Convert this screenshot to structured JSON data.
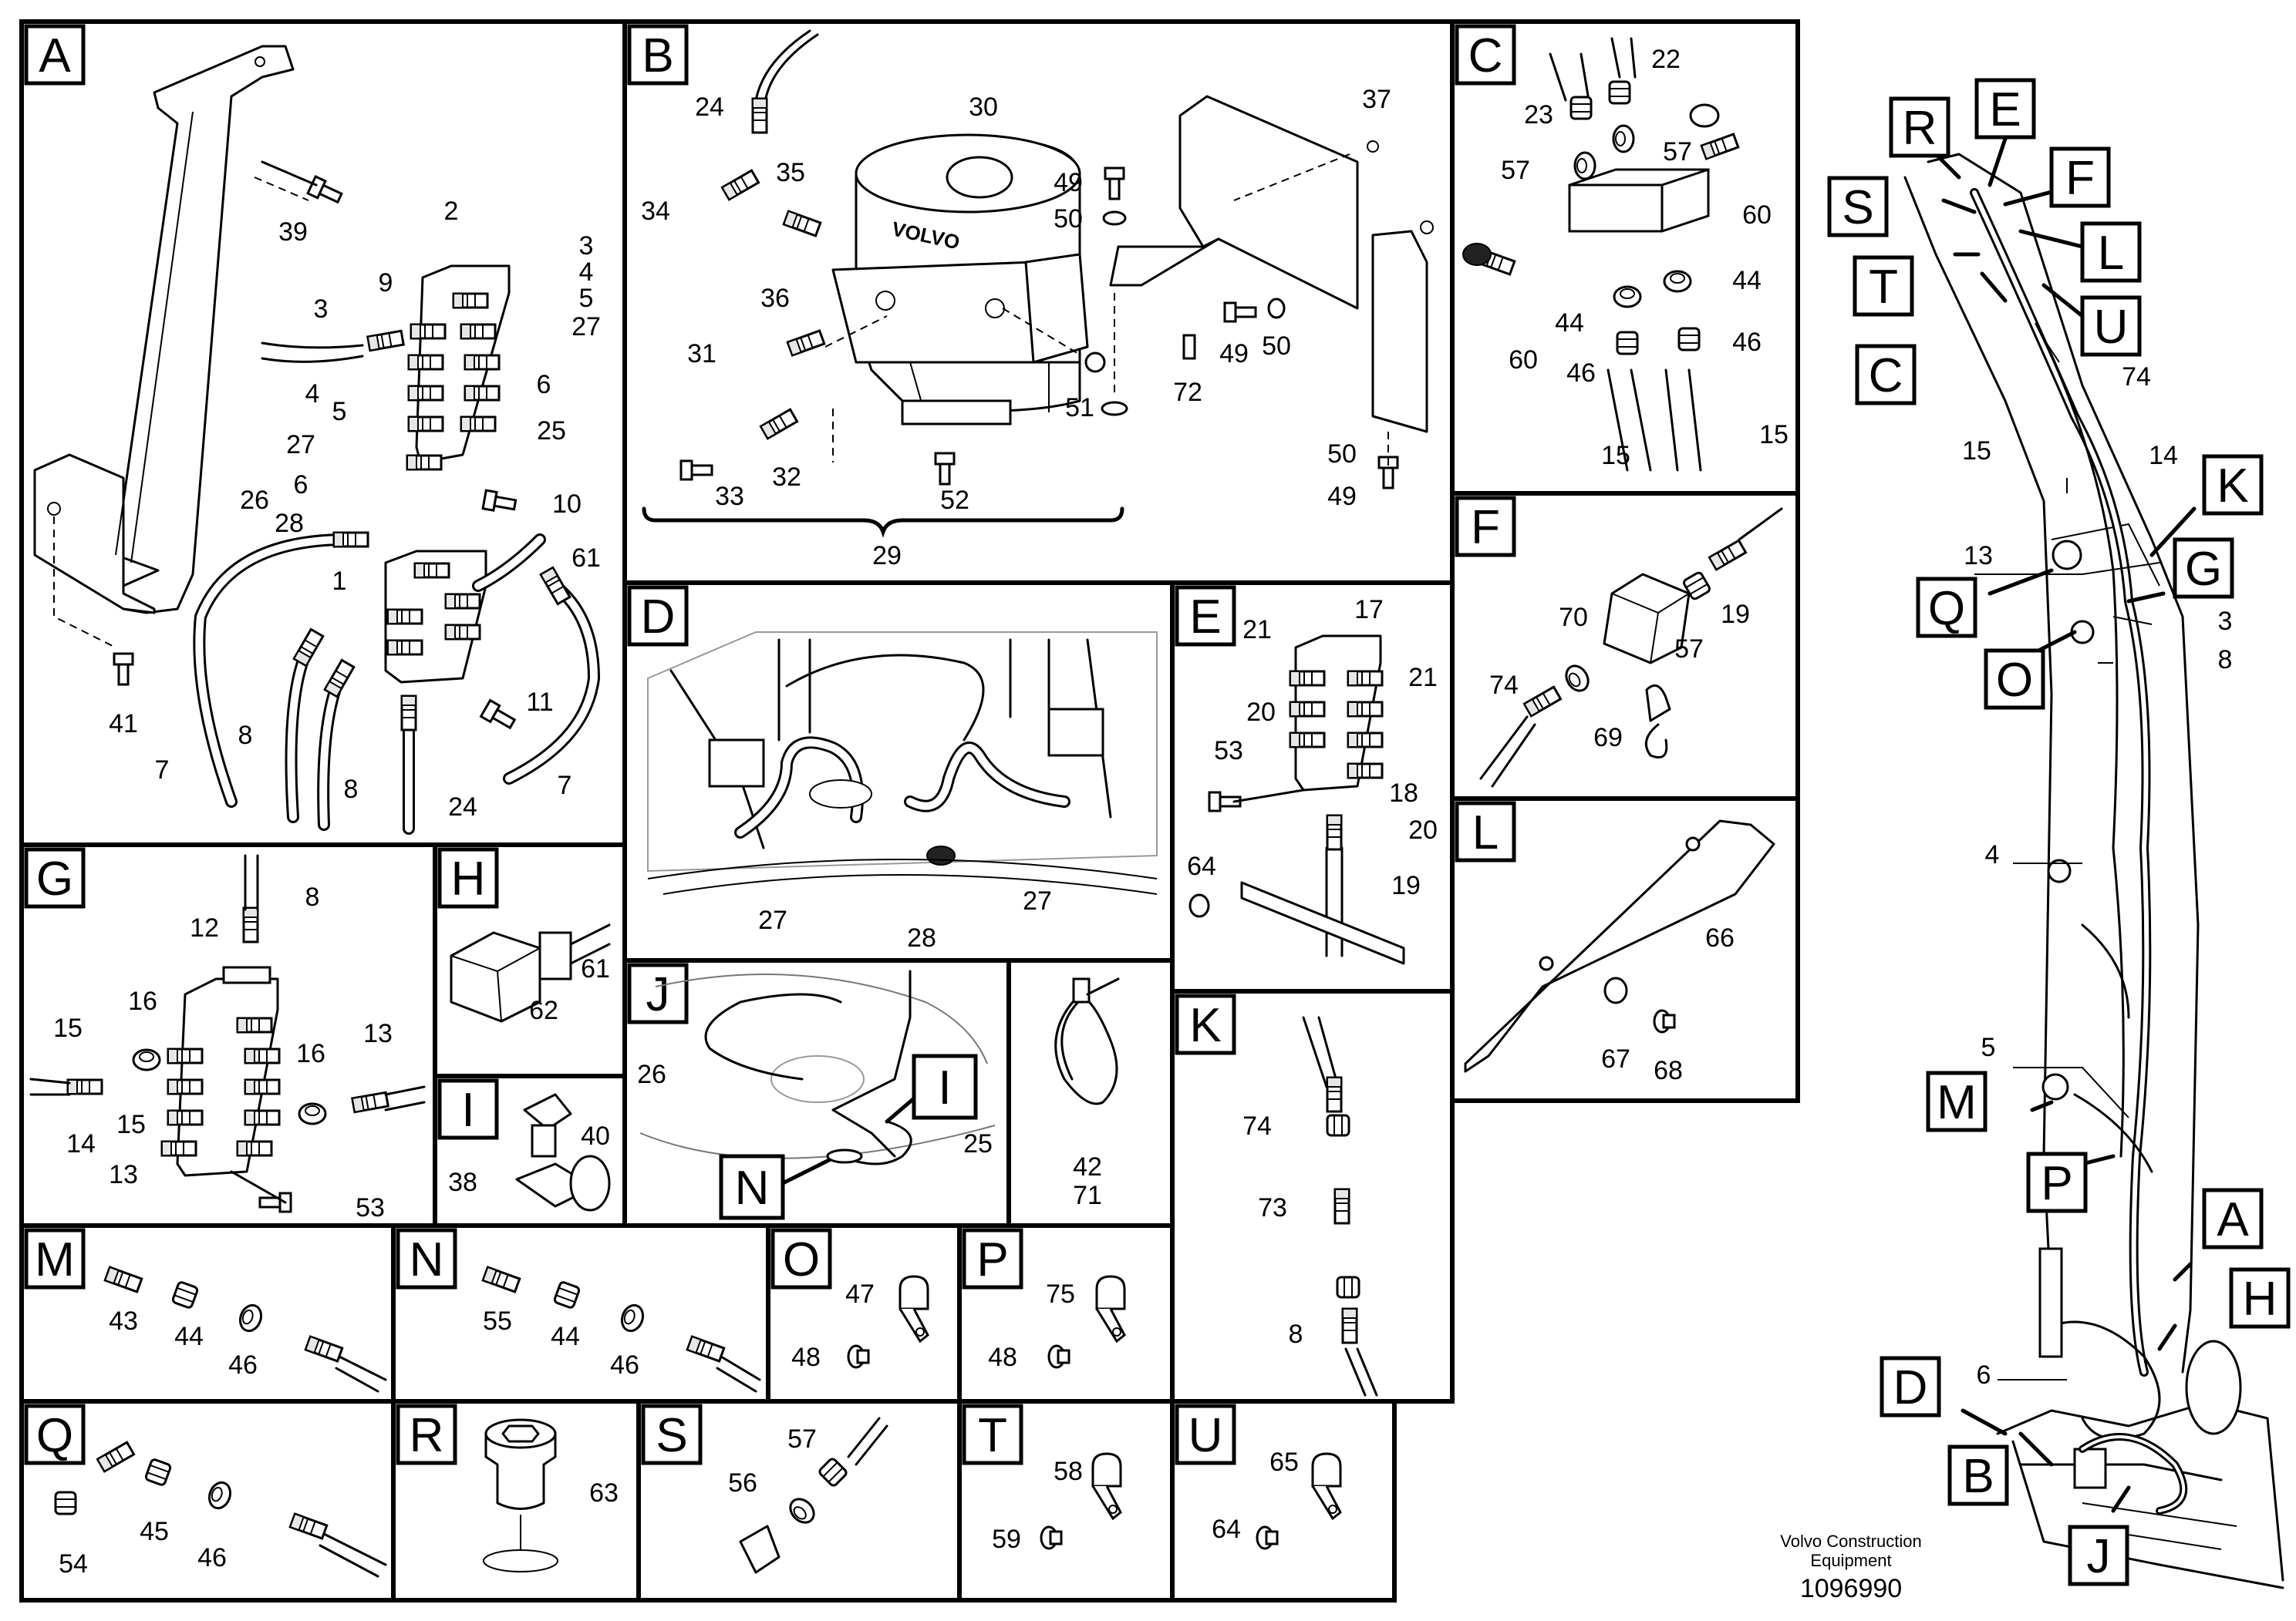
{
  "panels": [
    {
      "id": "A",
      "callouts": [
        "39",
        "2",
        "3",
        "4",
        "5",
        "27",
        "9",
        "3",
        "4",
        "5",
        "27",
        "6",
        "25",
        "26",
        "28",
        "6",
        "10",
        "1",
        "61",
        "8",
        "8",
        "7",
        "11",
        "24",
        "7",
        "41"
      ]
    },
    {
      "id": "B",
      "callouts": [
        "24",
        "30",
        "37",
        "35",
        "34",
        "49",
        "50",
        "36",
        "31",
        "49",
        "50",
        "72",
        "51",
        "33",
        "32",
        "52",
        "50",
        "49",
        "29"
      ]
    },
    {
      "id": "C",
      "callouts": [
        "22",
        "23",
        "57",
        "57",
        "60",
        "44",
        "60",
        "44",
        "46",
        "46",
        "15",
        "15"
      ]
    },
    {
      "id": "D",
      "callouts": [
        "27",
        "28",
        "27"
      ]
    },
    {
      "id": "E",
      "callouts": [
        "17",
        "21",
        "21",
        "20",
        "53",
        "18",
        "20",
        "64",
        "19"
      ]
    },
    {
      "id": "F",
      "callouts": [
        "70",
        "19",
        "57",
        "74",
        "69"
      ]
    },
    {
      "id": "G",
      "callouts": [
        "8",
        "12",
        "15",
        "16",
        "16",
        "13",
        "15",
        "14",
        "13",
        "53"
      ]
    },
    {
      "id": "H",
      "callouts": [
        "61",
        "62"
      ]
    },
    {
      "id": "I",
      "callouts": [
        "40",
        "38"
      ]
    },
    {
      "id": "J",
      "callouts": [
        "26",
        "25"
      ]
    },
    {
      "id": "K",
      "callouts": [
        "74",
        "73",
        "8"
      ]
    },
    {
      "id": "L",
      "callouts": [
        "66",
        "67",
        "68"
      ]
    },
    {
      "id": "M",
      "callouts": [
        "43",
        "44",
        "46"
      ]
    },
    {
      "id": "N",
      "callouts": [
        "55",
        "44",
        "46"
      ]
    },
    {
      "id": "O",
      "callouts": [
        "47",
        "48"
      ]
    },
    {
      "id": "P",
      "callouts": [
        "75",
        "48"
      ]
    },
    {
      "id": "Q",
      "callouts": [
        "45",
        "46",
        "54"
      ]
    },
    {
      "id": "R",
      "callouts": [
        "63"
      ]
    },
    {
      "id": "S",
      "callouts": [
        "57",
        "56"
      ]
    },
    {
      "id": "T",
      "callouts": [
        "58",
        "59"
      ]
    },
    {
      "id": "U",
      "callouts": [
        "65",
        "64"
      ]
    }
  ],
  "tie_labels": [
    "42",
    "71"
  ],
  "overview": {
    "letters": [
      "R",
      "E",
      "S",
      "F",
      "T",
      "L",
      "C",
      "U",
      "K",
      "Q",
      "G",
      "O",
      "M",
      "P",
      "A",
      "H",
      "D",
      "B",
      "J"
    ],
    "callouts": [
      "74",
      "15",
      "14",
      "13",
      "3",
      "8",
      "4",
      "5",
      "6"
    ]
  },
  "brand_text": "VOLVO",
  "footer": {
    "company_line1": "Volvo Construction",
    "company_line2": "Equipment",
    "doc_number": "1096990"
  }
}
